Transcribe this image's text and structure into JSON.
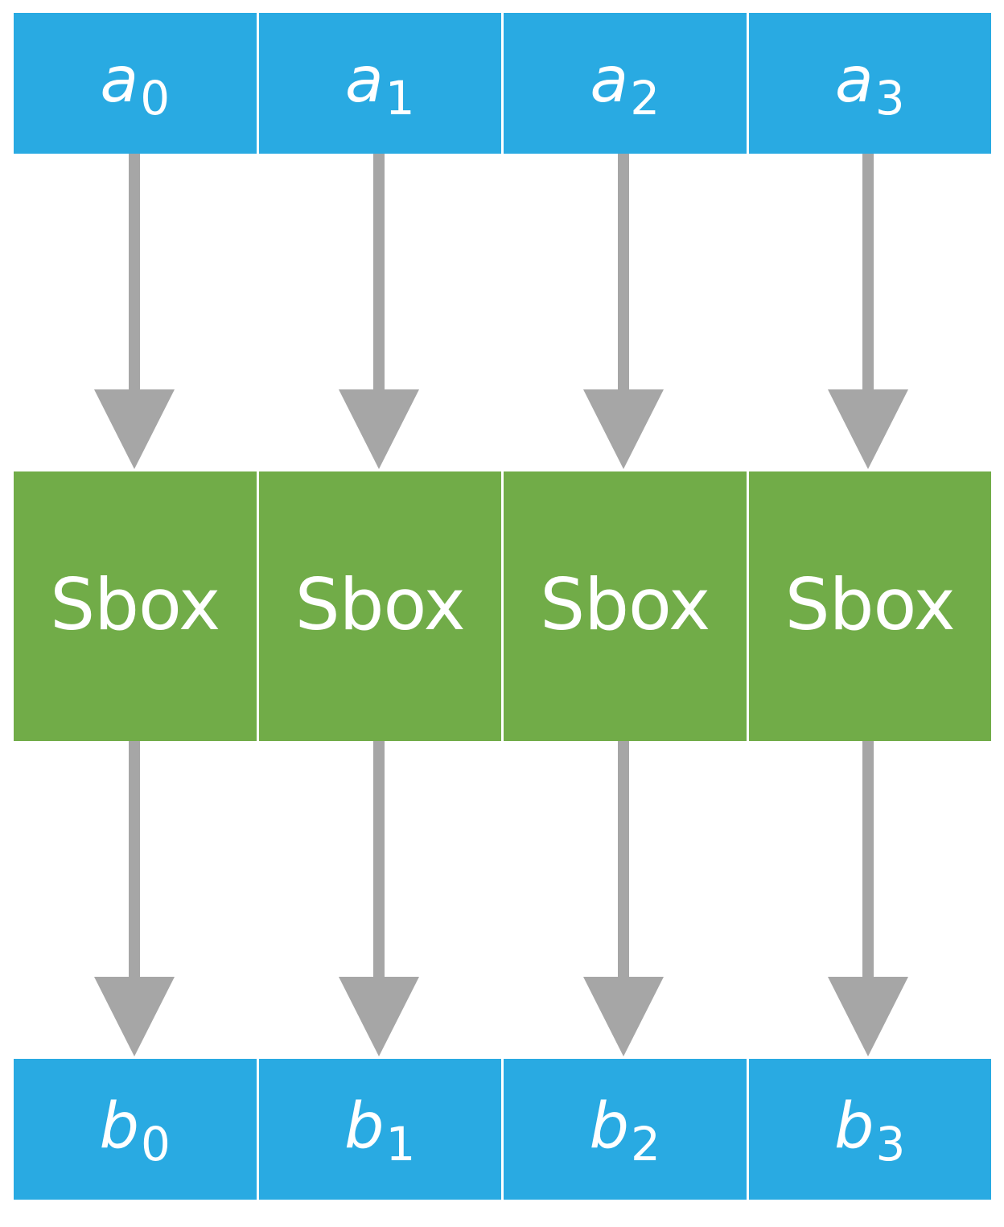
{
  "inputs": [
    {
      "var": "a",
      "sub": "0"
    },
    {
      "var": "a",
      "sub": "1"
    },
    {
      "var": "a",
      "sub": "2"
    },
    {
      "var": "a",
      "sub": "3"
    }
  ],
  "sboxes": [
    {
      "label": "Sbox"
    },
    {
      "label": "Sbox"
    },
    {
      "label": "Sbox"
    },
    {
      "label": "Sbox"
    }
  ],
  "outputs": [
    {
      "var": "b",
      "sub": "0"
    },
    {
      "var": "b",
      "sub": "1"
    },
    {
      "var": "b",
      "sub": "2"
    },
    {
      "var": "b",
      "sub": "3"
    }
  ],
  "colors": {
    "input_box": "#29aae2",
    "sbox": "#71ac48",
    "output_box": "#29aae2",
    "arrow": "#a6a6a6",
    "text": "#ffffff"
  }
}
